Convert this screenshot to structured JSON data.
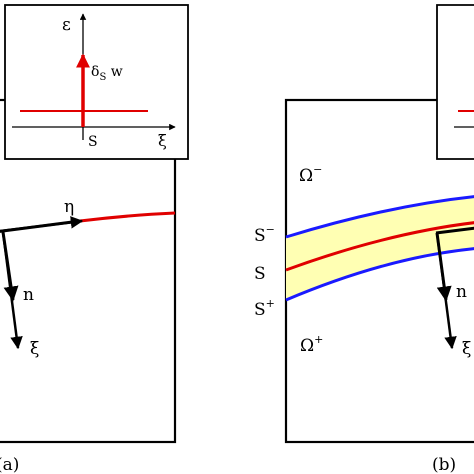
{
  "panel_a": {
    "caption": "(a)",
    "inset": {
      "y_axis_label": "ε",
      "x_axis_label": "ξ",
      "tick_label": "S",
      "spike_label": "δ",
      "spike_label_sub": "S",
      "spike_label_tail": " w"
    },
    "eta_label": "η",
    "n_label": "n",
    "xi_label": "ξ"
  },
  "panel_b": {
    "caption": "(b)",
    "region_top": "Ω",
    "region_top_sup": "−",
    "region_bottom": "Ω",
    "region_bottom_sup": "+",
    "s_minus": "S",
    "s_minus_sup": "−",
    "s_mid": "S",
    "s_plus": "S",
    "s_plus_sup": "+",
    "n_label": "n",
    "xi_label": "ξ"
  },
  "colors": {
    "interface": "#e00000",
    "boundary": "#1a1aff",
    "band_fill": "#ffffb3",
    "arrow": "#000000"
  }
}
